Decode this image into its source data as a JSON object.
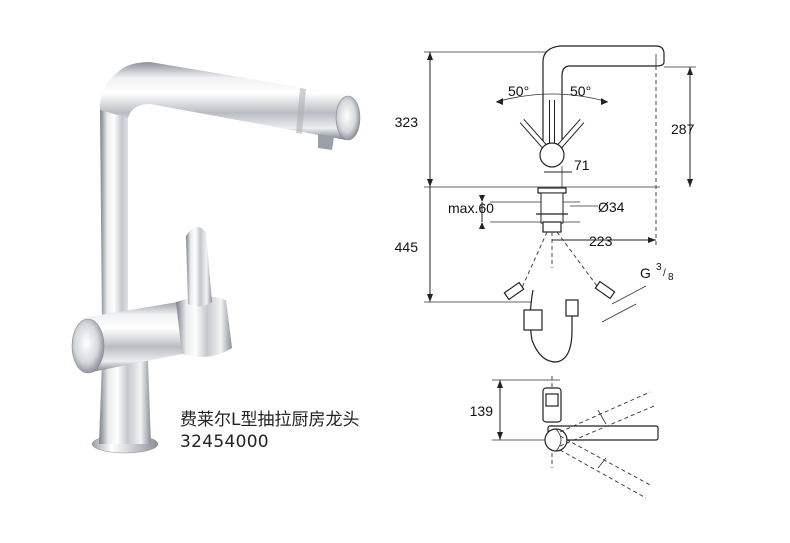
{
  "product": {
    "name": "费莱尔L型抽拉厨房龙头",
    "code": "32454000"
  },
  "dimensions": {
    "height_above": "323",
    "spout_height": "287",
    "angle_left": "50°",
    "angle_right": "50°",
    "handle_offset": "71",
    "max_thickness": "max.60",
    "hole_diameter": "Ø34",
    "hose_length": "445",
    "spout_reach": "223",
    "thread": "G",
    "thread_num": "3",
    "thread_den": "8",
    "top_view_depth": "139"
  },
  "colors": {
    "chrome_light": "#f4f5f7",
    "chrome_mid": "#b9bcc2",
    "chrome_dark": "#6e737b",
    "line": "#222222"
  }
}
